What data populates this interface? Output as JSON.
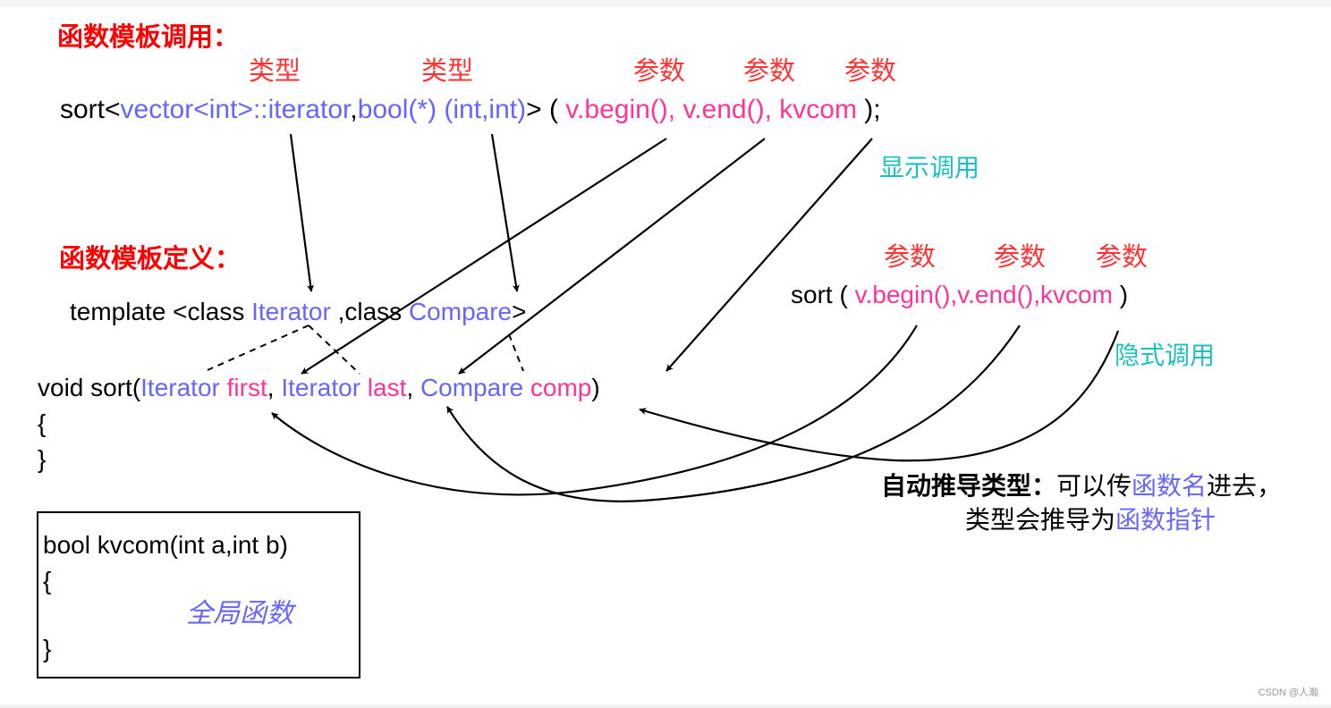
{
  "call_section": {
    "title": "函数模板调用：",
    "labels": {
      "type1": "类型",
      "type2": "类型",
      "param1": "参数",
      "param2": "参数",
      "param3": "参数"
    },
    "code": {
      "p1": "sort<",
      "p2": "vector<int>::iterator",
      "p3": ",",
      "p4": "bool(*) (int,int)",
      "p5": "> ( ",
      "p6": "v.begin(), v.end(), kvcom",
      "p7": " );"
    },
    "explicit_label": "显示调用"
  },
  "def_section": {
    "title": "函数模板定义：",
    "template": {
      "p1": "template <class ",
      "p2": "Iterator",
      "p3": " ,class ",
      "p4": "Compare",
      "p5": ">"
    },
    "signature": {
      "p1": "void sort(",
      "p2": "Iterator ",
      "p3": "first",
      "p4": ", ",
      "p5": "Iterator ",
      "p6": "last",
      "p7": ", ",
      "p8": "Compare ",
      "p9": "comp",
      "p10": ")"
    },
    "brace_open": "{",
    "brace_close": "}"
  },
  "implicit_section": {
    "labels": {
      "param1": "参数",
      "param2": "参数",
      "param3": "参数"
    },
    "code": {
      "p1": "sort ( ",
      "p2": "v.begin(),v.end(),kvcom",
      "p3": " )"
    },
    "implicit_label": "隐式调用"
  },
  "deduce_note": {
    "bold": "自动推导类型：",
    "l1_rest": "可以传",
    "l1_blue": "函数名",
    "l1_end": "进去，",
    "l2_start": "类型会推导为",
    "l2_blue": "函数指针"
  },
  "kvcom_box": {
    "line1": "bool kvcom(int a,int b)",
    "brace_open": "{",
    "comment": "全局函数",
    "brace_close": "}"
  },
  "watermark": "CSDN @人瀚"
}
